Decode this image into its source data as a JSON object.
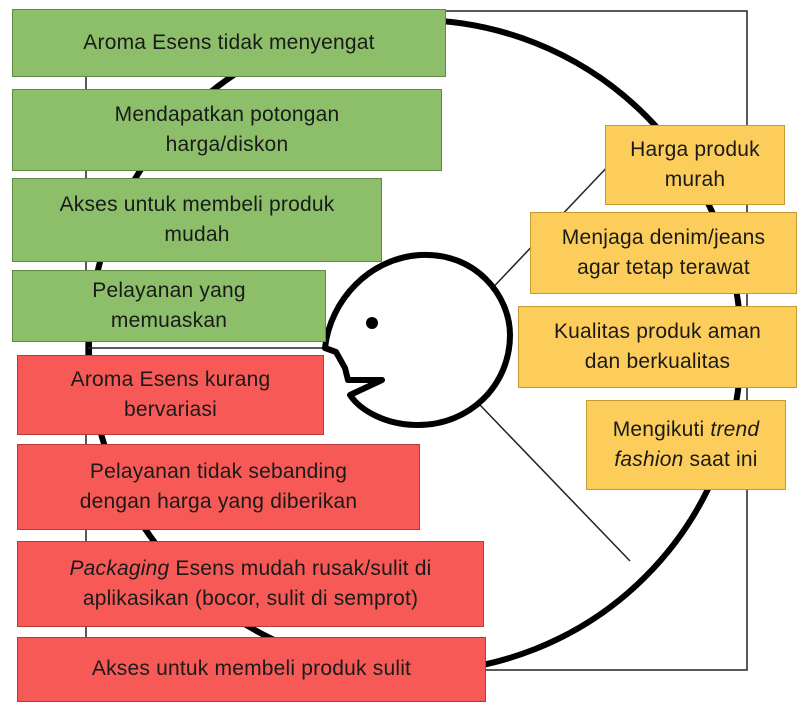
{
  "colors": {
    "positive": "#8dbf6a",
    "negative": "#f75a56",
    "expectation": "#fdcd5b",
    "outline": "#000000"
  },
  "icons": {
    "face": "head-profile-icon",
    "eye": "eye-icon",
    "mouth": "open-mouth-icon"
  },
  "positive_items": {
    "aroma": "Aroma Esens tidak menyengat",
    "discount_1": "Mendapatkan potongan",
    "discount_2": "harga/diskon",
    "access_1": "Akses untuk membeli produk",
    "access_2": "mudah",
    "service_1": "Pelayanan yang",
    "service_2": "memuaskan"
  },
  "negative_items": {
    "aroma_1": "Aroma Esens kurang",
    "aroma_2": "bervariasi",
    "service_1": "Pelayanan tidak sebanding",
    "service_2": "dengan harga yang diberikan",
    "packaging_italic": "Packaging",
    "packaging_1_rest": " Esens mudah rusak/sulit di",
    "packaging_2": "aplikasikan (bocor, sulit di semprot)",
    "access": "Akses untuk membeli produk sulit"
  },
  "expectation_items": {
    "price_1": "Harga produk",
    "price_2": "murah",
    "care_1": "Menjaga denim/jeans",
    "care_2": "agar tetap terawat",
    "quality_1": "Kualitas produk aman",
    "quality_2": "dan berkualitas",
    "trend_1_plain": "Mengikuti ",
    "trend_1_italic": "trend",
    "trend_2_italic": "fashion",
    "trend_2_plain": " saat ini"
  }
}
